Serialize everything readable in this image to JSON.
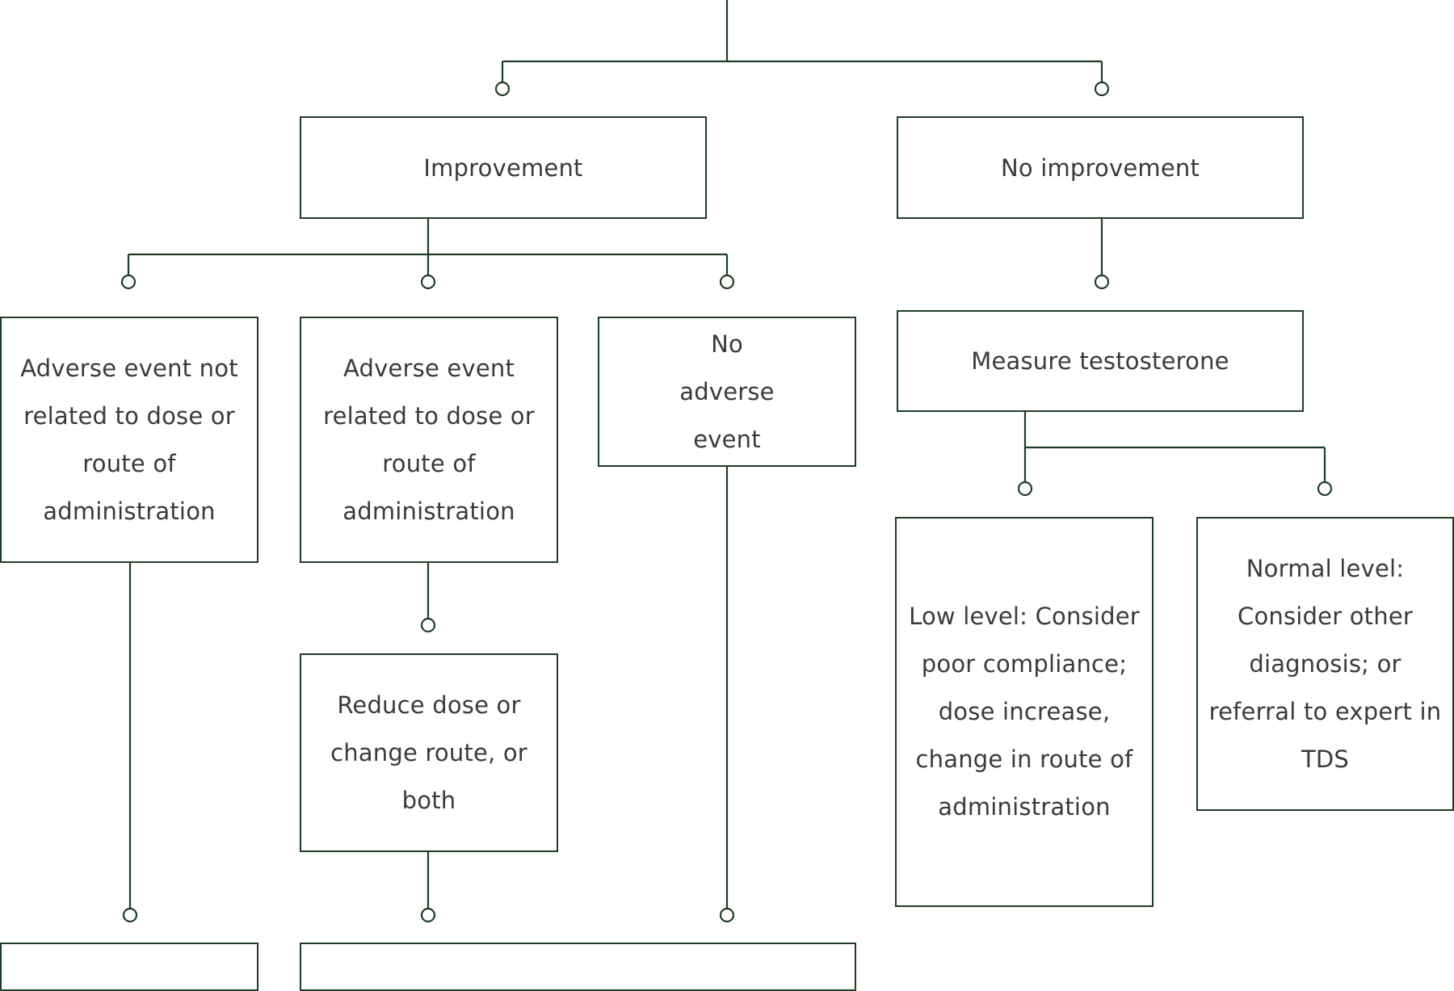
{
  "diagram": {
    "line_color": "#1f3d26",
    "text_color": "#3a3a3a",
    "nodes": {
      "improvement": "Improvement",
      "no_improvement": "No improvement",
      "ae_not_related": "Adverse event not related to dose or route of administration",
      "ae_related": "Adverse event related to dose or route of administration",
      "no_adverse_event": "No adverse event",
      "measure_testosterone": "Measure testosterone",
      "reduce_dose": "Reduce dose or change route, or both",
      "low_level": "Low level: Consider poor compliance; dose increase, change in route of administration",
      "normal_level": "Normal level: Consider other diagnosis; or referral to expert in TDS"
    }
  }
}
